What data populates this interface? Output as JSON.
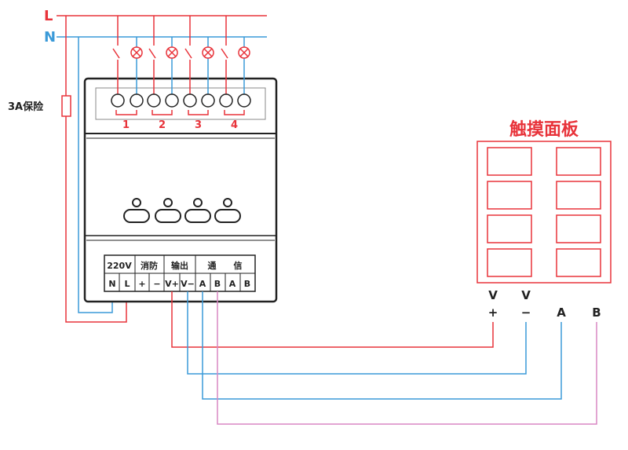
{
  "lines": {
    "live_label": "L",
    "neutral_label": "N",
    "live_color": "#e8333a",
    "neutral_color": "#3a9ad8",
    "comm_b_color": "#d987c4"
  },
  "fuse": {
    "label": "3A保险"
  },
  "relay": {
    "channels": [
      "1",
      "2",
      "3",
      "4"
    ],
    "terminal_groups": [
      "220V",
      "消防",
      "输出",
      "通",
      "信"
    ],
    "terminal_pins": [
      "N",
      "L",
      "+",
      "−",
      "V+",
      "V−",
      "A",
      "B",
      "A",
      "B"
    ]
  },
  "panel": {
    "title": "触摸面板",
    "title_color": "#e8333a",
    "pin_top": [
      "V",
      "V",
      "",
      ""
    ],
    "pin_bottom": [
      "+",
      "−",
      "A",
      "B"
    ]
  }
}
